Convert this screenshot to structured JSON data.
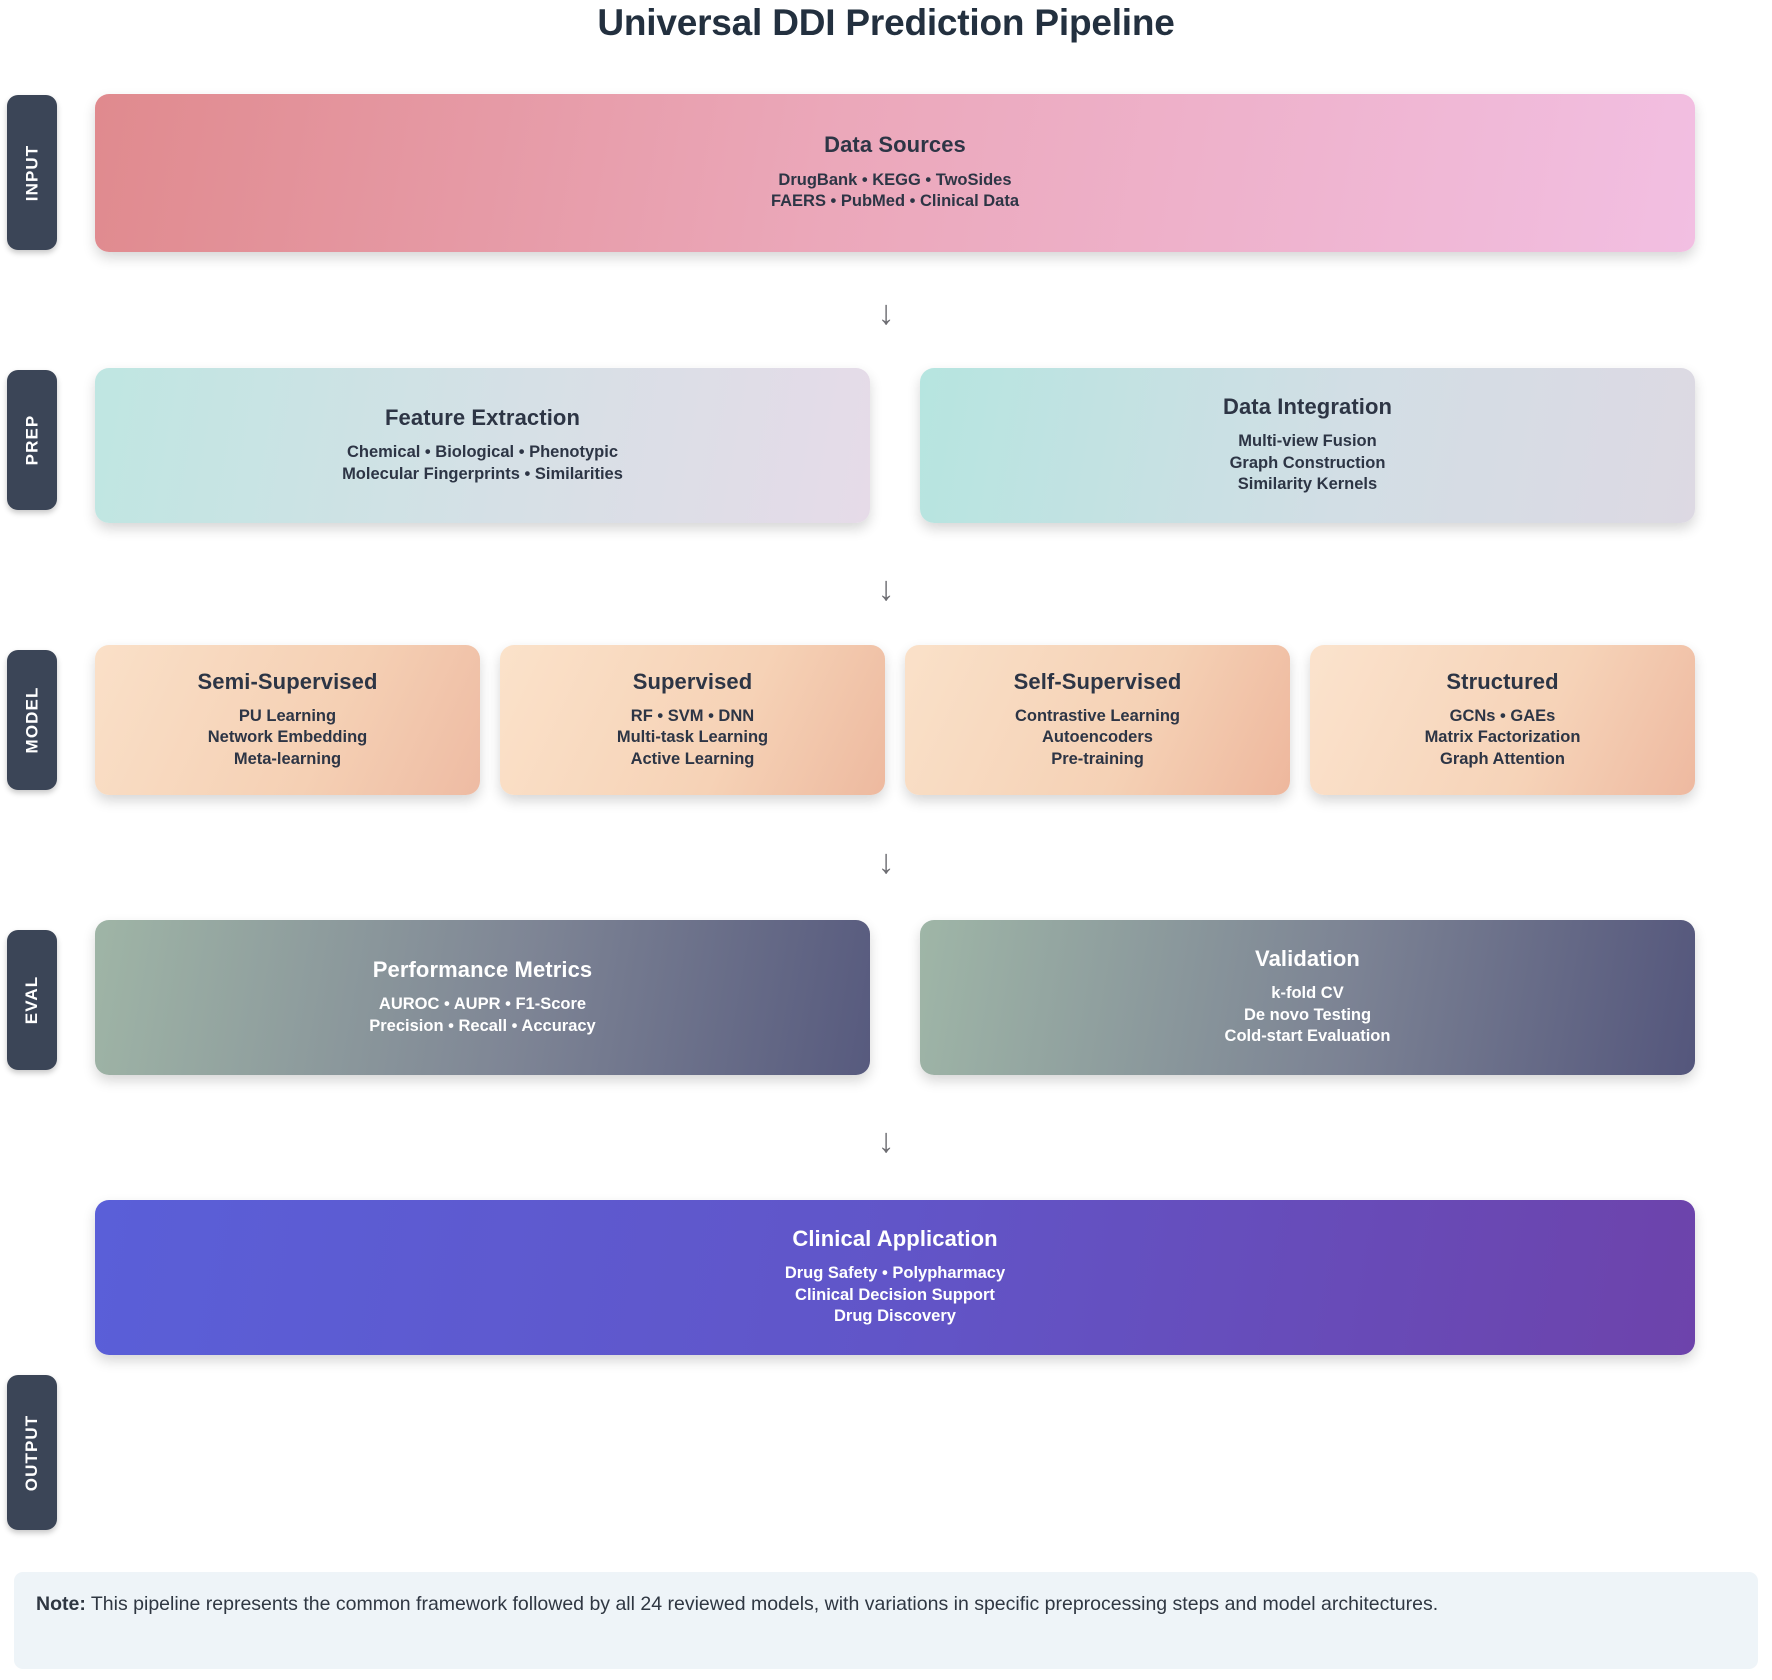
{
  "title": "Universal DDI Prediction Pipeline",
  "arrow_glyph": "↓",
  "stages": [
    {
      "label": "INPUT"
    },
    {
      "label": "PREP"
    },
    {
      "label": "MODEL"
    },
    {
      "label": "EVAL"
    },
    {
      "label": "OUTPUT"
    }
  ],
  "input_row": {
    "cards": [
      {
        "title": "Data Sources",
        "lines": [
          "DrugBank • KEGG • TwoSides",
          "FAERS • PubMed • Clinical Data"
        ],
        "gradient_from": "#e08a8e",
        "gradient_to": "#f2bfe2"
      }
    ]
  },
  "prep_row": {
    "cards": [
      {
        "title": "Feature Extraction",
        "lines": [
          "Chemical • Biological • Phenotypic",
          "Molecular Fingerprints • Similarities"
        ],
        "gradient_from": "#bfe6e2",
        "gradient_to": "#e2dbe6"
      },
      {
        "title": "Data Integration",
        "lines": [
          "Multi-view Fusion",
          "Graph Construction",
          "Similarity Kernels"
        ],
        "gradient_from": "#b6e5e0",
        "gradient_to": "#ddd9e3"
      }
    ]
  },
  "model_row": {
    "cards": [
      {
        "title": "Semi-Supervised",
        "lines": [
          "PU Learning",
          "Network Embedding",
          "Meta-learning"
        ],
        "gradient_from": "#fae0c8",
        "gradient_to": "#eebba3"
      },
      {
        "title": "Supervised",
        "lines": [
          "RF • SVM • DNN",
          "Multi-task Learning",
          "Active Learning"
        ],
        "gradient_from": "#fbe2ca",
        "gradient_to": "#edb99f"
      },
      {
        "title": "Self-Supervised",
        "lines": [
          "Contrastive Learning",
          "Autoencoders",
          "Pre-training"
        ],
        "gradient_from": "#fae1c9",
        "gradient_to": "#eeb79d"
      },
      {
        "title": "Structured",
        "lines": [
          "GCNs • GAEs",
          "Matrix Factorization",
          "Graph Attention"
        ],
        "gradient_from": "#fbe3cd",
        "gradient_to": "#eeb9a0"
      }
    ]
  },
  "eval_row": {
    "cards": [
      {
        "title": "Performance Metrics",
        "lines": [
          "AUROC • AUPR • F1-Score",
          "Precision • Recall • Accuracy"
        ],
        "gradient_from": "#9fb5a6",
        "gradient_to": "#575a7e"
      },
      {
        "title": "Validation",
        "lines": [
          "k-fold CV",
          "De novo Testing",
          "Cold-start Evaluation"
        ],
        "gradient_from": "#9fb6a7",
        "gradient_to": "#54567c"
      }
    ]
  },
  "output_row": {
    "cards": [
      {
        "title": "Clinical Application",
        "lines": [
          "Drug Safety • Polypharmacy",
          "Clinical Decision Support",
          "Drug Discovery"
        ],
        "gradient_from": "#5a5fd8",
        "gradient_to": "#6d43ab"
      }
    ]
  },
  "note": {
    "label": "Note:",
    "text": " This pipeline represents the common framework followed by all 24 reviewed models, with variations in specific preprocessing steps and model architectures."
  }
}
